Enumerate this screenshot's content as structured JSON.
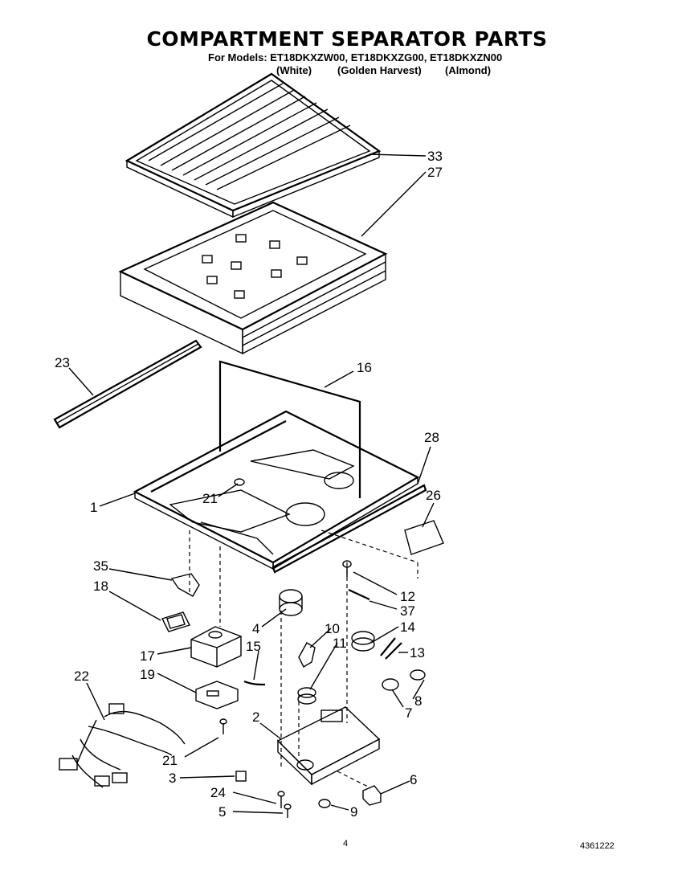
{
  "header": {
    "title": "COMPARTMENT SEPARATOR PARTS",
    "models_line": "For Models: ET18DKXZW00, ET18DKXZG00, ET18DKXZN00",
    "colors": [
      "(White)",
      "(Golden Harvest)",
      "(Almond)"
    ]
  },
  "callouts": [
    "33",
    "27",
    "23",
    "16",
    "28",
    "26",
    "1",
    "21",
    "35",
    "18",
    "12",
    "37",
    "4",
    "10",
    "14",
    "15",
    "11",
    "13",
    "17",
    "19",
    "8",
    "7",
    "22",
    "2",
    "21",
    "3",
    "6",
    "24",
    "9",
    "5"
  ],
  "footer": {
    "page_number": "4",
    "doc_number": "4361222"
  }
}
